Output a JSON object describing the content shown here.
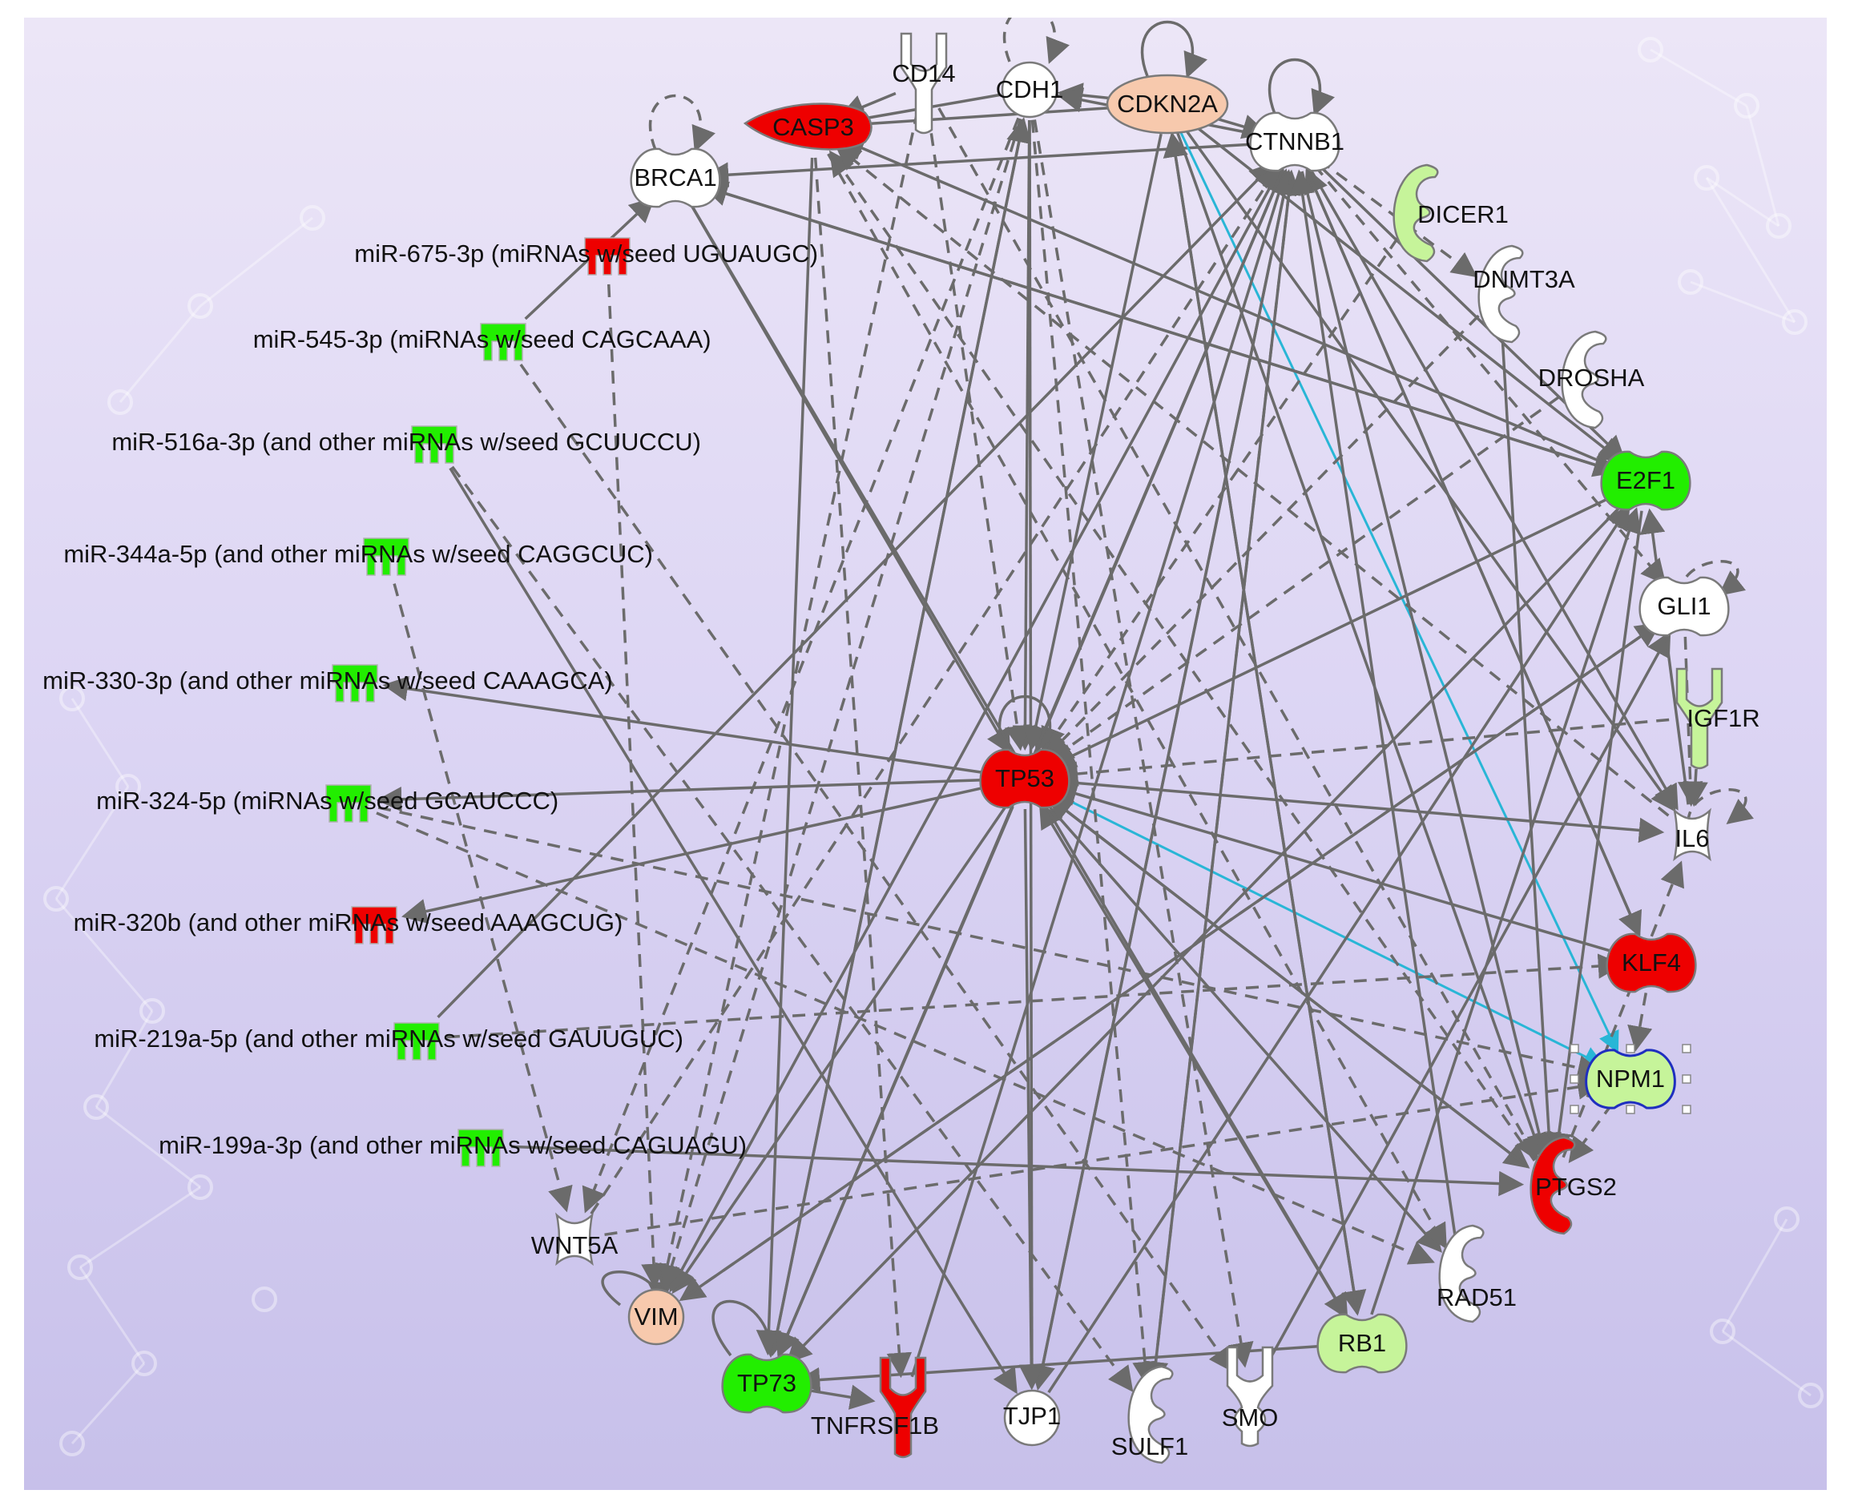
{
  "colors": {
    "background_top": "#ece6f7",
    "background_bottom": "#c7c0ea",
    "edge": "#6b6b6b",
    "edge_highlight": "#29b6d6",
    "node_stroke": "#7a7a7a",
    "selected_stroke": "#1f2fbf",
    "red": "#ee0000",
    "green": "#22ee00",
    "light_green": "#c6f49a",
    "peach": "#f7c9ad",
    "white": "#ffffff"
  },
  "nodes": [
    {
      "id": "CD14",
      "label": "CD14",
      "shape": "receptor",
      "fill": "#ffffff"
    },
    {
      "id": "CDH1",
      "label": "CDH1",
      "shape": "circle",
      "fill": "#ffffff"
    },
    {
      "id": "CDKN2A",
      "label": "CDKN2A",
      "shape": "oval",
      "fill": "#f7c9ad"
    },
    {
      "id": "CTNNB1",
      "label": "CTNNB1",
      "shape": "peanut",
      "fill": "#ffffff"
    },
    {
      "id": "CASP3",
      "label": "CASP3",
      "shape": "peptidase",
      "fill": "#ee0000"
    },
    {
      "id": "BRCA1",
      "label": "BRCA1",
      "shape": "peanut",
      "fill": "#ffffff"
    },
    {
      "id": "DICER1",
      "label": "DICER1",
      "shape": "enzyme",
      "fill": "#c6f49a"
    },
    {
      "id": "DNMT3A",
      "label": "DNMT3A",
      "shape": "enzyme",
      "fill": "#ffffff"
    },
    {
      "id": "DROSHA",
      "label": "DROSHA",
      "shape": "enzyme",
      "fill": "#ffffff"
    },
    {
      "id": "E2F1",
      "label": "E2F1",
      "shape": "peanut",
      "fill": "#22ee00"
    },
    {
      "id": "GLI1",
      "label": "GLI1",
      "shape": "peanut",
      "fill": "#ffffff"
    },
    {
      "id": "IGF1R",
      "label": "IGF1R",
      "shape": "receptor",
      "fill": "#c6f49a"
    },
    {
      "id": "IL6",
      "label": "IL6",
      "shape": "cytokine",
      "fill": "#ffffff"
    },
    {
      "id": "KLF4",
      "label": "KLF4",
      "shape": "peanut",
      "fill": "#ee0000"
    },
    {
      "id": "NPM1",
      "label": "NPM1",
      "shape": "peanut",
      "fill": "#c6f49a",
      "selected": true
    },
    {
      "id": "PTGS2",
      "label": "PTGS2",
      "shape": "enzyme",
      "fill": "#ee0000"
    },
    {
      "id": "RAD51",
      "label": "RAD51",
      "shape": "enzyme",
      "fill": "#ffffff"
    },
    {
      "id": "RB1",
      "label": "RB1",
      "shape": "peanut",
      "fill": "#c6f49a"
    },
    {
      "id": "SMO",
      "label": "SMO",
      "shape": "gpcr",
      "fill": "#ffffff"
    },
    {
      "id": "SULF1",
      "label": "SULF1",
      "shape": "enzyme",
      "fill": "#ffffff"
    },
    {
      "id": "TJP1",
      "label": "TJP1",
      "shape": "circle",
      "fill": "#ffffff"
    },
    {
      "id": "TNFRSF1B",
      "label": "TNFRSF1B",
      "shape": "receptor",
      "fill": "#ee0000"
    },
    {
      "id": "TP73",
      "label": "TP73",
      "shape": "peanut",
      "fill": "#22ee00"
    },
    {
      "id": "VIM",
      "label": "VIM",
      "shape": "circle",
      "fill": "#f7c9ad"
    },
    {
      "id": "WNT5A",
      "label": "WNT5A",
      "shape": "cytokine",
      "fill": "#ffffff"
    },
    {
      "id": "TP53",
      "label": "TP53",
      "shape": "peanut",
      "fill": "#ee0000"
    },
    {
      "id": "MIR675",
      "label": "miR-675-3p (miRNAs w/seed UGUAUGC)",
      "shape": "mirna",
      "fill": "#ee0000"
    },
    {
      "id": "MIR545",
      "label": "miR-545-3p (miRNAs w/seed CAGCAAA)",
      "shape": "mirna",
      "fill": "#22ee00"
    },
    {
      "id": "MIR516",
      "label": "miR-516a-3p (and other miRNAs w/seed GCUUCCU)",
      "shape": "mirna",
      "fill": "#22ee00"
    },
    {
      "id": "MIR344",
      "label": "miR-344a-5p (and other miRNAs w/seed CAGGCUC)",
      "shape": "mirna",
      "fill": "#22ee00"
    },
    {
      "id": "MIR330",
      "label": "miR-330-3p (and other miRNAs w/seed CAAAGCA)",
      "shape": "mirna",
      "fill": "#22ee00"
    },
    {
      "id": "MIR324",
      "label": "miR-324-5p (miRNAs w/seed GCAUCCC)",
      "shape": "mirna",
      "fill": "#22ee00"
    },
    {
      "id": "MIR320",
      "label": "miR-320b (and other miRNAs w/seed AAAGCUG)",
      "shape": "mirna",
      "fill": "#ee0000"
    },
    {
      "id": "MIR219",
      "label": "miR-219a-5p (and other miRNAs w/seed GAUUGUC)",
      "shape": "mirna",
      "fill": "#22ee00"
    },
    {
      "id": "MIR199",
      "label": "miR-199a-3p (and other miRNAs w/seed CAGUAGU)",
      "shape": "mirna",
      "fill": "#22ee00"
    }
  ],
  "edges": [
    {
      "from": "CDKN2A",
      "to": "CASP3",
      "style": "solid"
    },
    {
      "from": "CDKN2A",
      "to": "CDH1",
      "style": "solid"
    },
    {
      "from": "CDKN2A",
      "to": "CTNNB1",
      "style": "solid"
    },
    {
      "from": "CDH1",
      "to": "CASP3",
      "style": "solid"
    },
    {
      "from": "CD14",
      "to": "CASP3",
      "style": "solid"
    },
    {
      "from": "CTNNB1",
      "to": "CDH1",
      "style": "solid"
    },
    {
      "from": "CTNNB1",
      "to": "BRCA1",
      "style": "solid"
    },
    {
      "from": "CDKN2A",
      "to": "NPM1",
      "style": "solid",
      "highlight": true
    },
    {
      "from": "NPM1",
      "to": "TP53",
      "style": "solid",
      "highlight": true,
      "bidirectional": true
    },
    {
      "from": "MIR545",
      "to": "BRCA1",
      "style": "solid"
    },
    {
      "from": "MIR330",
      "to": "TP53",
      "style": "solid",
      "reverse": true
    },
    {
      "from": "TP53",
      "to": "MIR320",
      "style": "solid"
    },
    {
      "from": "TP53",
      "to": "MIR324",
      "style": "solid"
    },
    {
      "from": "MIR219",
      "to": "CTNNB1",
      "style": "solid"
    },
    {
      "from": "MIR199",
      "to": "PTGS2",
      "style": "solid"
    },
    {
      "from": "MIR516",
      "to": "TJP1",
      "style": "solid"
    },
    {
      "from": "MIR545",
      "to": "SMO",
      "style": "dashed"
    },
    {
      "from": "MIR344",
      "to": "WNT5A",
      "style": "dashed"
    },
    {
      "from": "MIR324",
      "to": "RAD51",
      "style": "dashed"
    },
    {
      "from": "WNT5A",
      "to": "NPM1",
      "style": "dashed"
    },
    {
      "from": "TP53",
      "to": "IL6",
      "style": "solid"
    },
    {
      "from": "TP53",
      "to": "TP73",
      "style": "solid"
    },
    {
      "from": "TP53",
      "to": "VIM",
      "style": "solid"
    },
    {
      "from": "TP53",
      "to": "RAD51",
      "style": "solid"
    },
    {
      "from": "TP53",
      "to": "TJP1",
      "style": "solid"
    },
    {
      "from": "TP53",
      "to": "PTGS2",
      "style": "solid"
    },
    {
      "from": "E2F1",
      "to": "TP53",
      "style": "solid"
    },
    {
      "from": "KLF4",
      "to": "TP53",
      "style": "solid"
    },
    {
      "from": "RB1",
      "to": "TP53",
      "style": "solid"
    },
    {
      "from": "GLI1",
      "to": "VIM",
      "style": "dashed"
    },
    {
      "from": "IGF1R",
      "to": "TP53",
      "style": "dashed"
    },
    {
      "from": "DROSHA",
      "to": "TP53",
      "style": "dashed"
    },
    {
      "from": "DICER1",
      "to": "TP53",
      "style": "dashed"
    },
    {
      "from": "CTNNB1",
      "to": "VIM",
      "style": "solid"
    },
    {
      "from": "CTNNB1",
      "to": "TP53",
      "style": "solid"
    },
    {
      "from": "CTNNB1",
      "to": "E2F1",
      "style": "solid"
    },
    {
      "from": "CTNNB1",
      "to": "IL6",
      "style": "solid"
    },
    {
      "from": "CTNNB1",
      "to": "PTGS2",
      "style": "solid"
    },
    {
      "from": "CTNNB1",
      "to": "TJP1",
      "style": "solid"
    },
    {
      "from": "CDH1",
      "to": "TP53",
      "style": "solid"
    },
    {
      "from": "CDH1",
      "to": "TJP1",
      "style": "solid"
    },
    {
      "from": "CDH1",
      "to": "TP73",
      "style": "solid"
    },
    {
      "from": "CASP3",
      "to": "TNFRSF1B",
      "style": "dashed"
    },
    {
      "from": "CASP3",
      "to": "TP73",
      "style": "solid"
    },
    {
      "from": "CD14",
      "to": "VIM",
      "style": "dashed"
    },
    {
      "from": "CD14",
      "to": "TP53",
      "style": "dashed"
    },
    {
      "from": "BRCA1",
      "to": "TP53",
      "style": "solid"
    },
    {
      "from": "BRCA1",
      "to": "RB1",
      "style": "solid"
    },
    {
      "from": "BRCA1",
      "to": "E2F1",
      "style": "solid"
    },
    {
      "from": "CDKN2A",
      "to": "TP53",
      "style": "solid"
    },
    {
      "from": "CDKN2A",
      "to": "RB1",
      "style": "solid"
    },
    {
      "from": "CDKN2A",
      "to": "E2F1",
      "style": "solid"
    },
    {
      "from": "CDKN2A",
      "to": "PTGS2",
      "style": "solid"
    },
    {
      "from": "E2F1",
      "to": "CASP3",
      "style": "solid"
    },
    {
      "from": "E2F1",
      "to": "BRCA1",
      "style": "solid"
    },
    {
      "from": "RB1",
      "to": "E2F1",
      "style": "solid"
    },
    {
      "from": "RB1",
      "to": "TP73",
      "style": "solid"
    },
    {
      "from": "TP73",
      "to": "TNFRSF1B",
      "style": "solid"
    },
    {
      "from": "SMO",
      "to": "GLI1",
      "style": "solid"
    },
    {
      "from": "SULF1",
      "to": "CTNNB1",
      "style": "solid"
    },
    {
      "from": "TJP1",
      "to": "E2F1",
      "style": "solid"
    },
    {
      "from": "VIM",
      "to": "GLI1",
      "style": "solid"
    },
    {
      "from": "PTGS2",
      "to": "CASP3",
      "style": "dashed"
    },
    {
      "from": "IL6",
      "to": "CASP3",
      "style": "dashed"
    },
    {
      "from": "KLF4",
      "to": "NPM1",
      "style": "dashed"
    },
    {
      "from": "KLF4",
      "to": "CTNNB1",
      "style": "solid"
    },
    {
      "from": "IGF1R",
      "to": "IL6",
      "style": "dashed"
    },
    {
      "from": "GLI1",
      "to": "IL6",
      "style": "dashed"
    },
    {
      "from": "DNMT3A",
      "to": "PTGS2",
      "style": "solid"
    },
    {
      "from": "DNMT3A",
      "to": "TP53",
      "style": "dashed"
    },
    {
      "from": "CTNNB1",
      "to": "DNMT3A",
      "style": "dashed"
    },
    {
      "from": "CTNNB1",
      "to": "GLI1",
      "style": "dashed"
    },
    {
      "from": "CDH1",
      "to": "SULF1",
      "style": "dashed"
    },
    {
      "from": "CDH1",
      "to": "SMO",
      "style": "dashed"
    },
    {
      "from": "TP73",
      "to": "CDH1",
      "style": "solid"
    },
    {
      "from": "TP73",
      "to": "CTNNB1",
      "style": "solid"
    },
    {
      "from": "TNFRSF1B",
      "to": "CTNNB1",
      "style": "solid"
    },
    {
      "from": "WNT5A",
      "to": "CTNNB1",
      "style": "dashed"
    },
    {
      "from": "TJP1",
      "to": "CTNNB1",
      "style": "solid"
    },
    {
      "from": "CASP3",
      "to": "RAD51",
      "style": "dashed"
    },
    {
      "from": "CD14",
      "to": "PTGS2",
      "style": "dashed"
    },
    {
      "from": "MIR675",
      "to": "VIM",
      "style": "dashed"
    },
    {
      "from": "MIR516",
      "to": "SULF1",
      "style": "dashed"
    },
    {
      "from": "MIR324",
      "to": "NPM1",
      "style": "dashed"
    },
    {
      "from": "MIR219",
      "to": "KLF4",
      "style": "dashed"
    },
    {
      "from": "RB1",
      "to": "CDKN2A",
      "style": "solid"
    },
    {
      "from": "RAD51",
      "to": "CTNNB1",
      "style": "solid"
    },
    {
      "from": "PTGS2",
      "to": "IL6",
      "style": "dashed"
    },
    {
      "from": "PTGS2",
      "to": "TP53",
      "style": "solid"
    },
    {
      "from": "NPM1",
      "to": "PTGS2",
      "style": "dashed"
    },
    {
      "from": "E2F1",
      "to": "PTGS2",
      "style": "solid"
    },
    {
      "from": "E2F1",
      "to": "TP73",
      "style": "solid"
    },
    {
      "from": "IL6",
      "to": "E2F1",
      "style": "solid"
    },
    {
      "from": "CTNNB1",
      "to": "KLF4",
      "style": "solid"
    },
    {
      "from": "CTNNB1",
      "to": "TP73",
      "style": "solid"
    },
    {
      "from": "CDH1",
      "to": "VIM",
      "style": "dashed"
    },
    {
      "from": "CDH1",
      "to": "WNT5A",
      "style": "dashed"
    },
    {
      "from": "CTNNB1",
      "to": "SULF1",
      "style": "dashed"
    },
    {
      "from": "CDKN2A",
      "to": "IL6",
      "style": "solid"
    }
  ],
  "self_loops": [
    {
      "node": "CDH1",
      "style": "dashed"
    },
    {
      "node": "CDKN2A",
      "style": "solid"
    },
    {
      "node": "CTNNB1",
      "style": "solid"
    },
    {
      "node": "BRCA1",
      "style": "dashed"
    },
    {
      "node": "TP53",
      "style": "solid"
    },
    {
      "node": "GLI1",
      "style": "dashed"
    },
    {
      "node": "IL6",
      "style": "dashed"
    },
    {
      "node": "VIM",
      "style": "solid"
    },
    {
      "node": "TP73",
      "style": "solid"
    }
  ]
}
